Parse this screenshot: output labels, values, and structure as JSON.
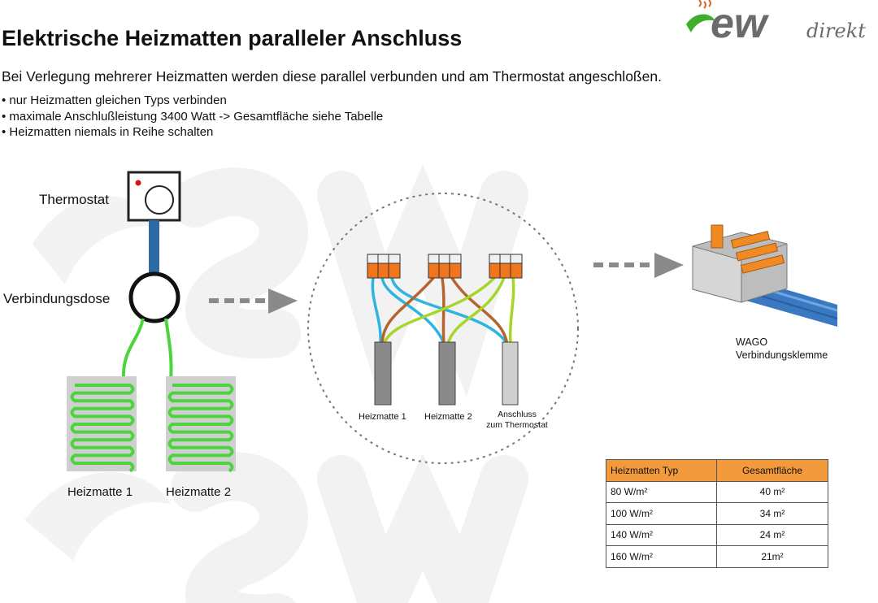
{
  "header": {
    "title": "Elektrische Heizmatten paralleler Anschluss",
    "intro": "Bei Verlegung mehrerer Heizmatten werden diese parallel verbunden und am Thermostat angeschloßen.",
    "bullets": [
      "nur Heizmatten gleichen Typs verbinden",
      "maximale Anschlußleistung 3400 Watt -> Gesamtfläche siehe Tabelle",
      "Heizmatten niemals in Reihe schalten"
    ]
  },
  "logo": {
    "main": "ew",
    "sub": "direkt"
  },
  "diagram": {
    "thermostat_label": "Thermostat",
    "junction_label": "Verbindungsdose",
    "mat1_label": "Heizmatte 1",
    "mat2_label": "Heizmatte 2",
    "detail_mat1": "Heizmatte 1",
    "detail_mat2": "Heizmatte 2",
    "detail_conn_line1": "Anschluss",
    "detail_conn_line2": "zum Thermostat",
    "wago_line1": "WAGO",
    "wago_line2": "Verbindungsklemme"
  },
  "table": {
    "headers": [
      "Heizmatten Typ",
      "Gesamtfläche"
    ],
    "rows": [
      [
        "80 W/m²",
        "40 m²"
      ],
      [
        "100 W/m²",
        "34 m²"
      ],
      [
        "140 W/m²",
        "24 m²"
      ],
      [
        "160 W/m²",
        "21m²"
      ]
    ]
  },
  "colors": {
    "orange": "#f39a3c",
    "green": "#4cd43c",
    "blue_wire": "#2fb4e0",
    "brown_wire": "#b5652b",
    "yellow_green_wire": "#a6d62a",
    "cable_blue": "#2e6aa3"
  }
}
